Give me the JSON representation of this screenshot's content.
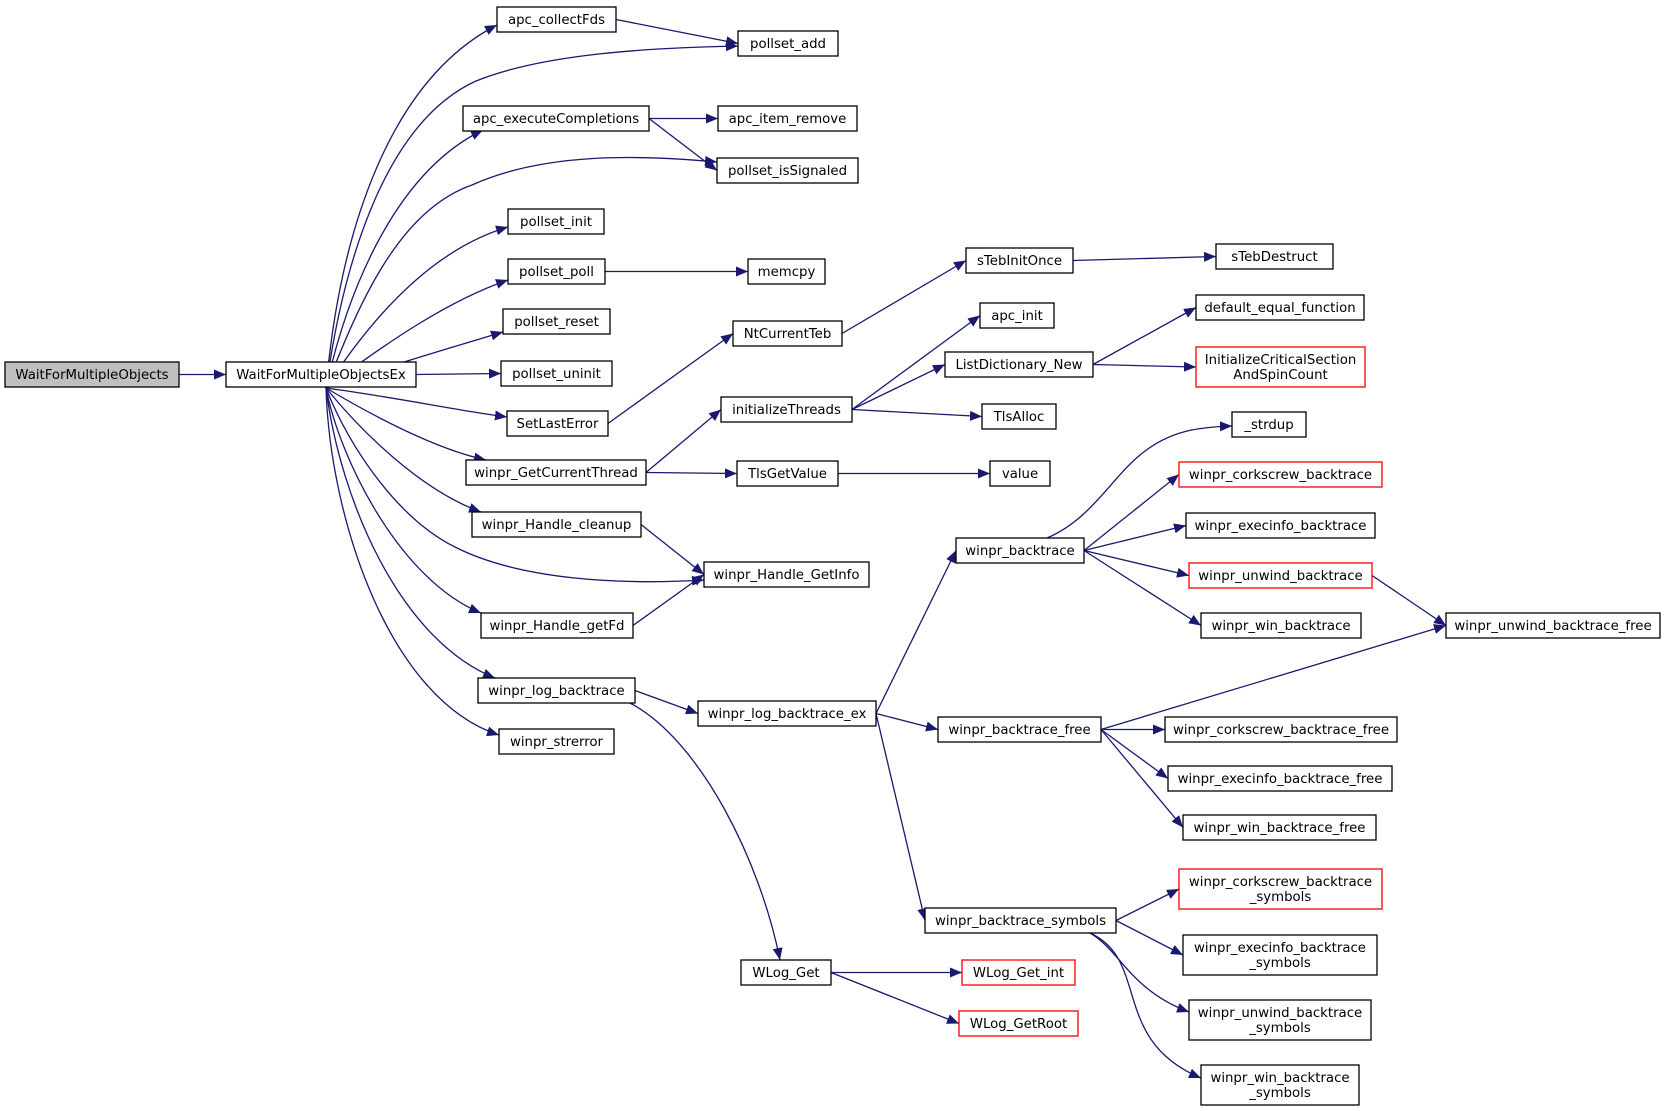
{
  "nodes": [
    {
      "id": "WaitForMultipleObjects",
      "lines": [
        "WaitForMultipleObjects"
      ],
      "style": "root"
    },
    {
      "id": "WaitForMultipleObjectsEx",
      "lines": [
        "WaitForMultipleObjectsEx"
      ],
      "style": "normal"
    },
    {
      "id": "apc_collectFds",
      "lines": [
        "apc_collectFds"
      ],
      "style": "normal"
    },
    {
      "id": "pollset_add",
      "lines": [
        "pollset_add"
      ],
      "style": "normal"
    },
    {
      "id": "apc_executeCompletions",
      "lines": [
        "apc_executeCompletions"
      ],
      "style": "normal"
    },
    {
      "id": "apc_item_remove",
      "lines": [
        "apc_item_remove"
      ],
      "style": "normal"
    },
    {
      "id": "pollset_isSignaled",
      "lines": [
        "pollset_isSignaled"
      ],
      "style": "normal"
    },
    {
      "id": "pollset_init",
      "lines": [
        "pollset_init"
      ],
      "style": "normal"
    },
    {
      "id": "pollset_poll",
      "lines": [
        "pollset_poll"
      ],
      "style": "normal"
    },
    {
      "id": "memcpy",
      "lines": [
        "memcpy"
      ],
      "style": "normal"
    },
    {
      "id": "pollset_reset",
      "lines": [
        "pollset_reset"
      ],
      "style": "normal"
    },
    {
      "id": "pollset_uninit",
      "lines": [
        "pollset_uninit"
      ],
      "style": "normal"
    },
    {
      "id": "SetLastError",
      "lines": [
        "SetLastError"
      ],
      "style": "normal"
    },
    {
      "id": "NtCurrentTeb",
      "lines": [
        "NtCurrentTeb"
      ],
      "style": "normal"
    },
    {
      "id": "sTebInitOnce",
      "lines": [
        "sTebInitOnce"
      ],
      "style": "normal"
    },
    {
      "id": "sTebDestruct",
      "lines": [
        "sTebDestruct"
      ],
      "style": "normal"
    },
    {
      "id": "winpr_GetCurrentThread",
      "lines": [
        "winpr_GetCurrentThread"
      ],
      "style": "normal"
    },
    {
      "id": "initializeThreads",
      "lines": [
        "initializeThreads"
      ],
      "style": "normal"
    },
    {
      "id": "apc_init",
      "lines": [
        "apc_init"
      ],
      "style": "normal"
    },
    {
      "id": "ListDictionary_New",
      "lines": [
        "ListDictionary_New"
      ],
      "style": "normal"
    },
    {
      "id": "default_equal_function",
      "lines": [
        "default_equal_function"
      ],
      "style": "normal"
    },
    {
      "id": "InitializeCriticalSectionAndSpinCount",
      "lines": [
        "InitializeCriticalSection",
        "AndSpinCount"
      ],
      "style": "red"
    },
    {
      "id": "TlsAlloc",
      "lines": [
        "TlsAlloc"
      ],
      "style": "normal"
    },
    {
      "id": "TlsGetValue",
      "lines": [
        "TlsGetValue"
      ],
      "style": "normal"
    },
    {
      "id": "value",
      "lines": [
        "value"
      ],
      "style": "normal"
    },
    {
      "id": "winpr_Handle_cleanup",
      "lines": [
        "winpr_Handle_cleanup"
      ],
      "style": "normal"
    },
    {
      "id": "winpr_Handle_GetInfo",
      "lines": [
        "winpr_Handle_GetInfo"
      ],
      "style": "normal"
    },
    {
      "id": "winpr_Handle_getFd",
      "lines": [
        "winpr_Handle_getFd"
      ],
      "style": "normal"
    },
    {
      "id": "winpr_log_backtrace",
      "lines": [
        "winpr_log_backtrace"
      ],
      "style": "normal"
    },
    {
      "id": "winpr_log_backtrace_ex",
      "lines": [
        "winpr_log_backtrace_ex"
      ],
      "style": "normal"
    },
    {
      "id": "winpr_strerror",
      "lines": [
        "winpr_strerror"
      ],
      "style": "normal"
    },
    {
      "id": "winpr_backtrace",
      "lines": [
        "winpr_backtrace"
      ],
      "style": "normal"
    },
    {
      "id": "_strdup",
      "lines": [
        "_strdup"
      ],
      "style": "normal"
    },
    {
      "id": "winpr_corkscrew_backtrace",
      "lines": [
        "winpr_corkscrew_backtrace"
      ],
      "style": "red"
    },
    {
      "id": "winpr_execinfo_backtrace",
      "lines": [
        "winpr_execinfo_backtrace"
      ],
      "style": "normal"
    },
    {
      "id": "winpr_unwind_backtrace",
      "lines": [
        "winpr_unwind_backtrace"
      ],
      "style": "red"
    },
    {
      "id": "winpr_win_backtrace",
      "lines": [
        "winpr_win_backtrace"
      ],
      "style": "normal"
    },
    {
      "id": "winpr_unwind_backtrace_free",
      "lines": [
        "winpr_unwind_backtrace_free"
      ],
      "style": "normal"
    },
    {
      "id": "winpr_backtrace_free",
      "lines": [
        "winpr_backtrace_free"
      ],
      "style": "normal"
    },
    {
      "id": "winpr_corkscrew_backtrace_free",
      "lines": [
        "winpr_corkscrew_backtrace_free"
      ],
      "style": "normal"
    },
    {
      "id": "winpr_execinfo_backtrace_free",
      "lines": [
        "winpr_execinfo_backtrace_free"
      ],
      "style": "normal"
    },
    {
      "id": "winpr_win_backtrace_free",
      "lines": [
        "winpr_win_backtrace_free"
      ],
      "style": "normal"
    },
    {
      "id": "winpr_backtrace_symbols",
      "lines": [
        "winpr_backtrace_symbols"
      ],
      "style": "normal"
    },
    {
      "id": "winpr_corkscrew_backtrace_symbols",
      "lines": [
        "winpr_corkscrew_backtrace",
        "_symbols"
      ],
      "style": "red"
    },
    {
      "id": "winpr_execinfo_backtrace_symbols",
      "lines": [
        "winpr_execinfo_backtrace",
        "_symbols"
      ],
      "style": "normal"
    },
    {
      "id": "winpr_unwind_backtrace_symbols",
      "lines": [
        "winpr_unwind_backtrace",
        "_symbols"
      ],
      "style": "normal"
    },
    {
      "id": "winpr_win_backtrace_symbols",
      "lines": [
        "winpr_win_backtrace",
        "_symbols"
      ],
      "style": "normal"
    },
    {
      "id": "WLog_Get",
      "lines": [
        "WLog_Get"
      ],
      "style": "normal"
    },
    {
      "id": "WLog_Get_int",
      "lines": [
        "WLog_Get_int"
      ],
      "style": "red"
    },
    {
      "id": "WLog_GetRoot",
      "lines": [
        "WLog_GetRoot"
      ],
      "style": "red"
    }
  ],
  "edges": [
    {
      "from": "WaitForMultipleObjects",
      "to": "WaitForMultipleObjectsEx"
    },
    {
      "from": "WaitForMultipleObjectsEx",
      "to": "apc_collectFds"
    },
    {
      "from": "WaitForMultipleObjectsEx",
      "to": "pollset_add"
    },
    {
      "from": "WaitForMultipleObjectsEx",
      "to": "apc_executeCompletions"
    },
    {
      "from": "WaitForMultipleObjectsEx",
      "to": "pollset_isSignaled"
    },
    {
      "from": "WaitForMultipleObjectsEx",
      "to": "pollset_init"
    },
    {
      "from": "WaitForMultipleObjectsEx",
      "to": "pollset_poll"
    },
    {
      "from": "WaitForMultipleObjectsEx",
      "to": "pollset_reset"
    },
    {
      "from": "WaitForMultipleObjectsEx",
      "to": "pollset_uninit"
    },
    {
      "from": "WaitForMultipleObjectsEx",
      "to": "SetLastError"
    },
    {
      "from": "WaitForMultipleObjectsEx",
      "to": "winpr_GetCurrentThread"
    },
    {
      "from": "WaitForMultipleObjectsEx",
      "to": "winpr_Handle_cleanup"
    },
    {
      "from": "WaitForMultipleObjectsEx",
      "to": "winpr_Handle_GetInfo"
    },
    {
      "from": "WaitForMultipleObjectsEx",
      "to": "winpr_Handle_getFd"
    },
    {
      "from": "WaitForMultipleObjectsEx",
      "to": "winpr_log_backtrace"
    },
    {
      "from": "WaitForMultipleObjectsEx",
      "to": "winpr_strerror"
    },
    {
      "from": "apc_collectFds",
      "to": "pollset_add"
    },
    {
      "from": "apc_executeCompletions",
      "to": "apc_item_remove"
    },
    {
      "from": "apc_executeCompletions",
      "to": "pollset_isSignaled"
    },
    {
      "from": "pollset_poll",
      "to": "memcpy"
    },
    {
      "from": "SetLastError",
      "to": "NtCurrentTeb"
    },
    {
      "from": "NtCurrentTeb",
      "to": "sTebInitOnce"
    },
    {
      "from": "sTebInitOnce",
      "to": "sTebDestruct"
    },
    {
      "from": "winpr_GetCurrentThread",
      "to": "initializeThreads"
    },
    {
      "from": "winpr_GetCurrentThread",
      "to": "TlsGetValue"
    },
    {
      "from": "initializeThreads",
      "to": "apc_init"
    },
    {
      "from": "initializeThreads",
      "to": "ListDictionary_New"
    },
    {
      "from": "initializeThreads",
      "to": "TlsAlloc"
    },
    {
      "from": "ListDictionary_New",
      "to": "default_equal_function"
    },
    {
      "from": "ListDictionary_New",
      "to": "InitializeCriticalSectionAndSpinCount"
    },
    {
      "from": "TlsGetValue",
      "to": "value"
    },
    {
      "from": "winpr_Handle_cleanup",
      "to": "winpr_Handle_GetInfo"
    },
    {
      "from": "winpr_Handle_getFd",
      "to": "winpr_Handle_GetInfo"
    },
    {
      "from": "winpr_log_backtrace",
      "to": "winpr_log_backtrace_ex"
    },
    {
      "from": "winpr_log_backtrace",
      "to": "WLog_Get"
    },
    {
      "from": "winpr_log_backtrace_ex",
      "to": "winpr_backtrace"
    },
    {
      "from": "winpr_log_backtrace_ex",
      "to": "winpr_backtrace_free"
    },
    {
      "from": "winpr_log_backtrace_ex",
      "to": "winpr_backtrace_symbols"
    },
    {
      "from": "winpr_backtrace",
      "to": "_strdup"
    },
    {
      "from": "winpr_backtrace",
      "to": "winpr_corkscrew_backtrace"
    },
    {
      "from": "winpr_backtrace",
      "to": "winpr_execinfo_backtrace"
    },
    {
      "from": "winpr_backtrace",
      "to": "winpr_unwind_backtrace"
    },
    {
      "from": "winpr_backtrace",
      "to": "winpr_win_backtrace"
    },
    {
      "from": "winpr_unwind_backtrace",
      "to": "winpr_unwind_backtrace_free"
    },
    {
      "from": "winpr_backtrace_free",
      "to": "winpr_unwind_backtrace_free"
    },
    {
      "from": "winpr_backtrace_free",
      "to": "winpr_corkscrew_backtrace_free"
    },
    {
      "from": "winpr_backtrace_free",
      "to": "winpr_execinfo_backtrace_free"
    },
    {
      "from": "winpr_backtrace_free",
      "to": "winpr_win_backtrace_free"
    },
    {
      "from": "winpr_backtrace_symbols",
      "to": "winpr_corkscrew_backtrace_symbols"
    },
    {
      "from": "winpr_backtrace_symbols",
      "to": "winpr_execinfo_backtrace_symbols"
    },
    {
      "from": "winpr_backtrace_symbols",
      "to": "winpr_unwind_backtrace_symbols"
    },
    {
      "from": "winpr_backtrace_symbols",
      "to": "winpr_win_backtrace_symbols"
    },
    {
      "from": "WLog_Get",
      "to": "WLog_Get_int"
    },
    {
      "from": "WLog_Get",
      "to": "WLog_GetRoot"
    }
  ],
  "colors": {
    "edge": "#191970",
    "node_border": "#000000",
    "node_fill": "#ffffff",
    "root_fill": "#bfbfbf",
    "link_border": "#ff0000",
    "text": "#000000"
  }
}
